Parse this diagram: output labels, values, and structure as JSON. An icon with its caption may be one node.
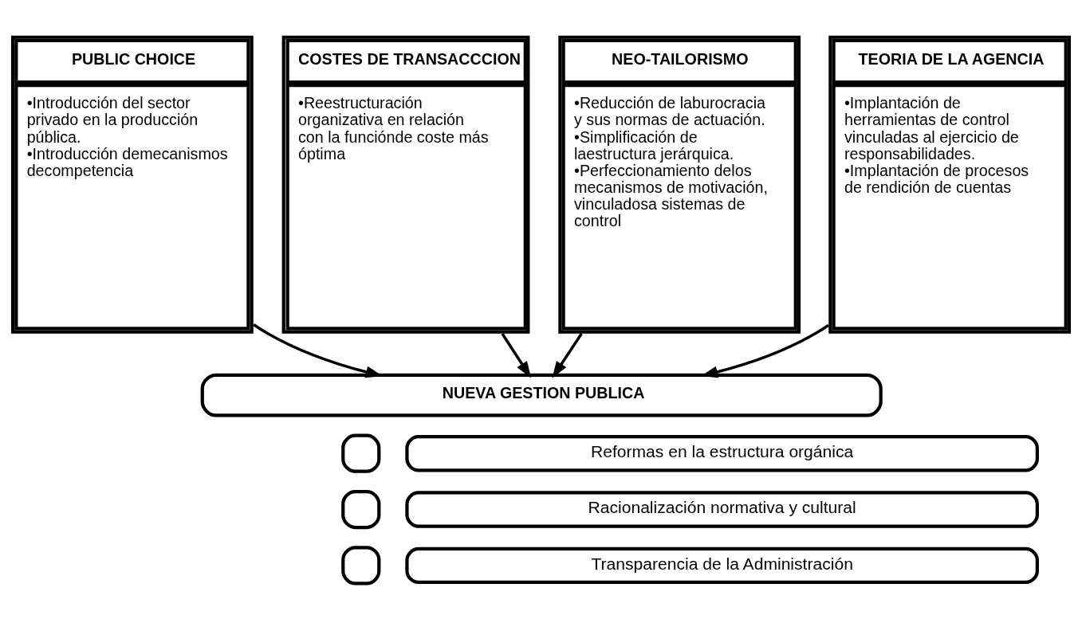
{
  "diagram": {
    "nodes": [
      {
        "text": [
          "PUBLIC CHOICE",
          "•Introducción del sector privado en la producción pública.",
          "•Introducción demecanismos decompetencia"
        ]
      },
      {
        "text": [
          "COSTES DE TRANSACCCION",
          "•Reestructuración organizativa en relación con la funciónde coste más óptima"
        ]
      },
      {
        "text": [
          "NEO-TAILORISMO",
          "•Reducción de laburocracia y sus normas de actuación.",
          "•Simplificación de laestructura jerárquica.",
          "•Perfeccionamiento delos mecanismos de motivación, vinculadosa sistemas de control"
        ]
      },
      {
        "text": [
          "TEORIA DE LA AGENCIA",
          "•Implantación de herramientas de control vinculadas al ejercicio de responsabilidades.",
          "•Implantación de procesos de rendición de cuentas"
        ]
      },
      {
        "text": [
          "NUEVA GESTION PUBLICA"
        ]
      },
      {
        "text": [],
        "shape": "box"
      },
      {
        "text": [
          "Reformas en la estructura orgánica"
        ]
      },
      {
        "text": [],
        "shape": "box"
      },
      {
        "text": [
          "Racionalización normativa y cultural"
        ]
      },
      {
        "text": [],
        "shape": "box"
      },
      {
        "text": [
          "Transparencia de la Administración"
        ]
      }
    ],
    "edges": [
      {
        "from": 0,
        "to": 4,
        "arrow": "to"
      },
      {
        "from": 1,
        "to": 4,
        "arrow": "to"
      },
      {
        "from": 2,
        "to": 4,
        "arrow": "to"
      },
      {
        "from": 3,
        "to": 4,
        "arrow": "to"
      }
    ]
  }
}
